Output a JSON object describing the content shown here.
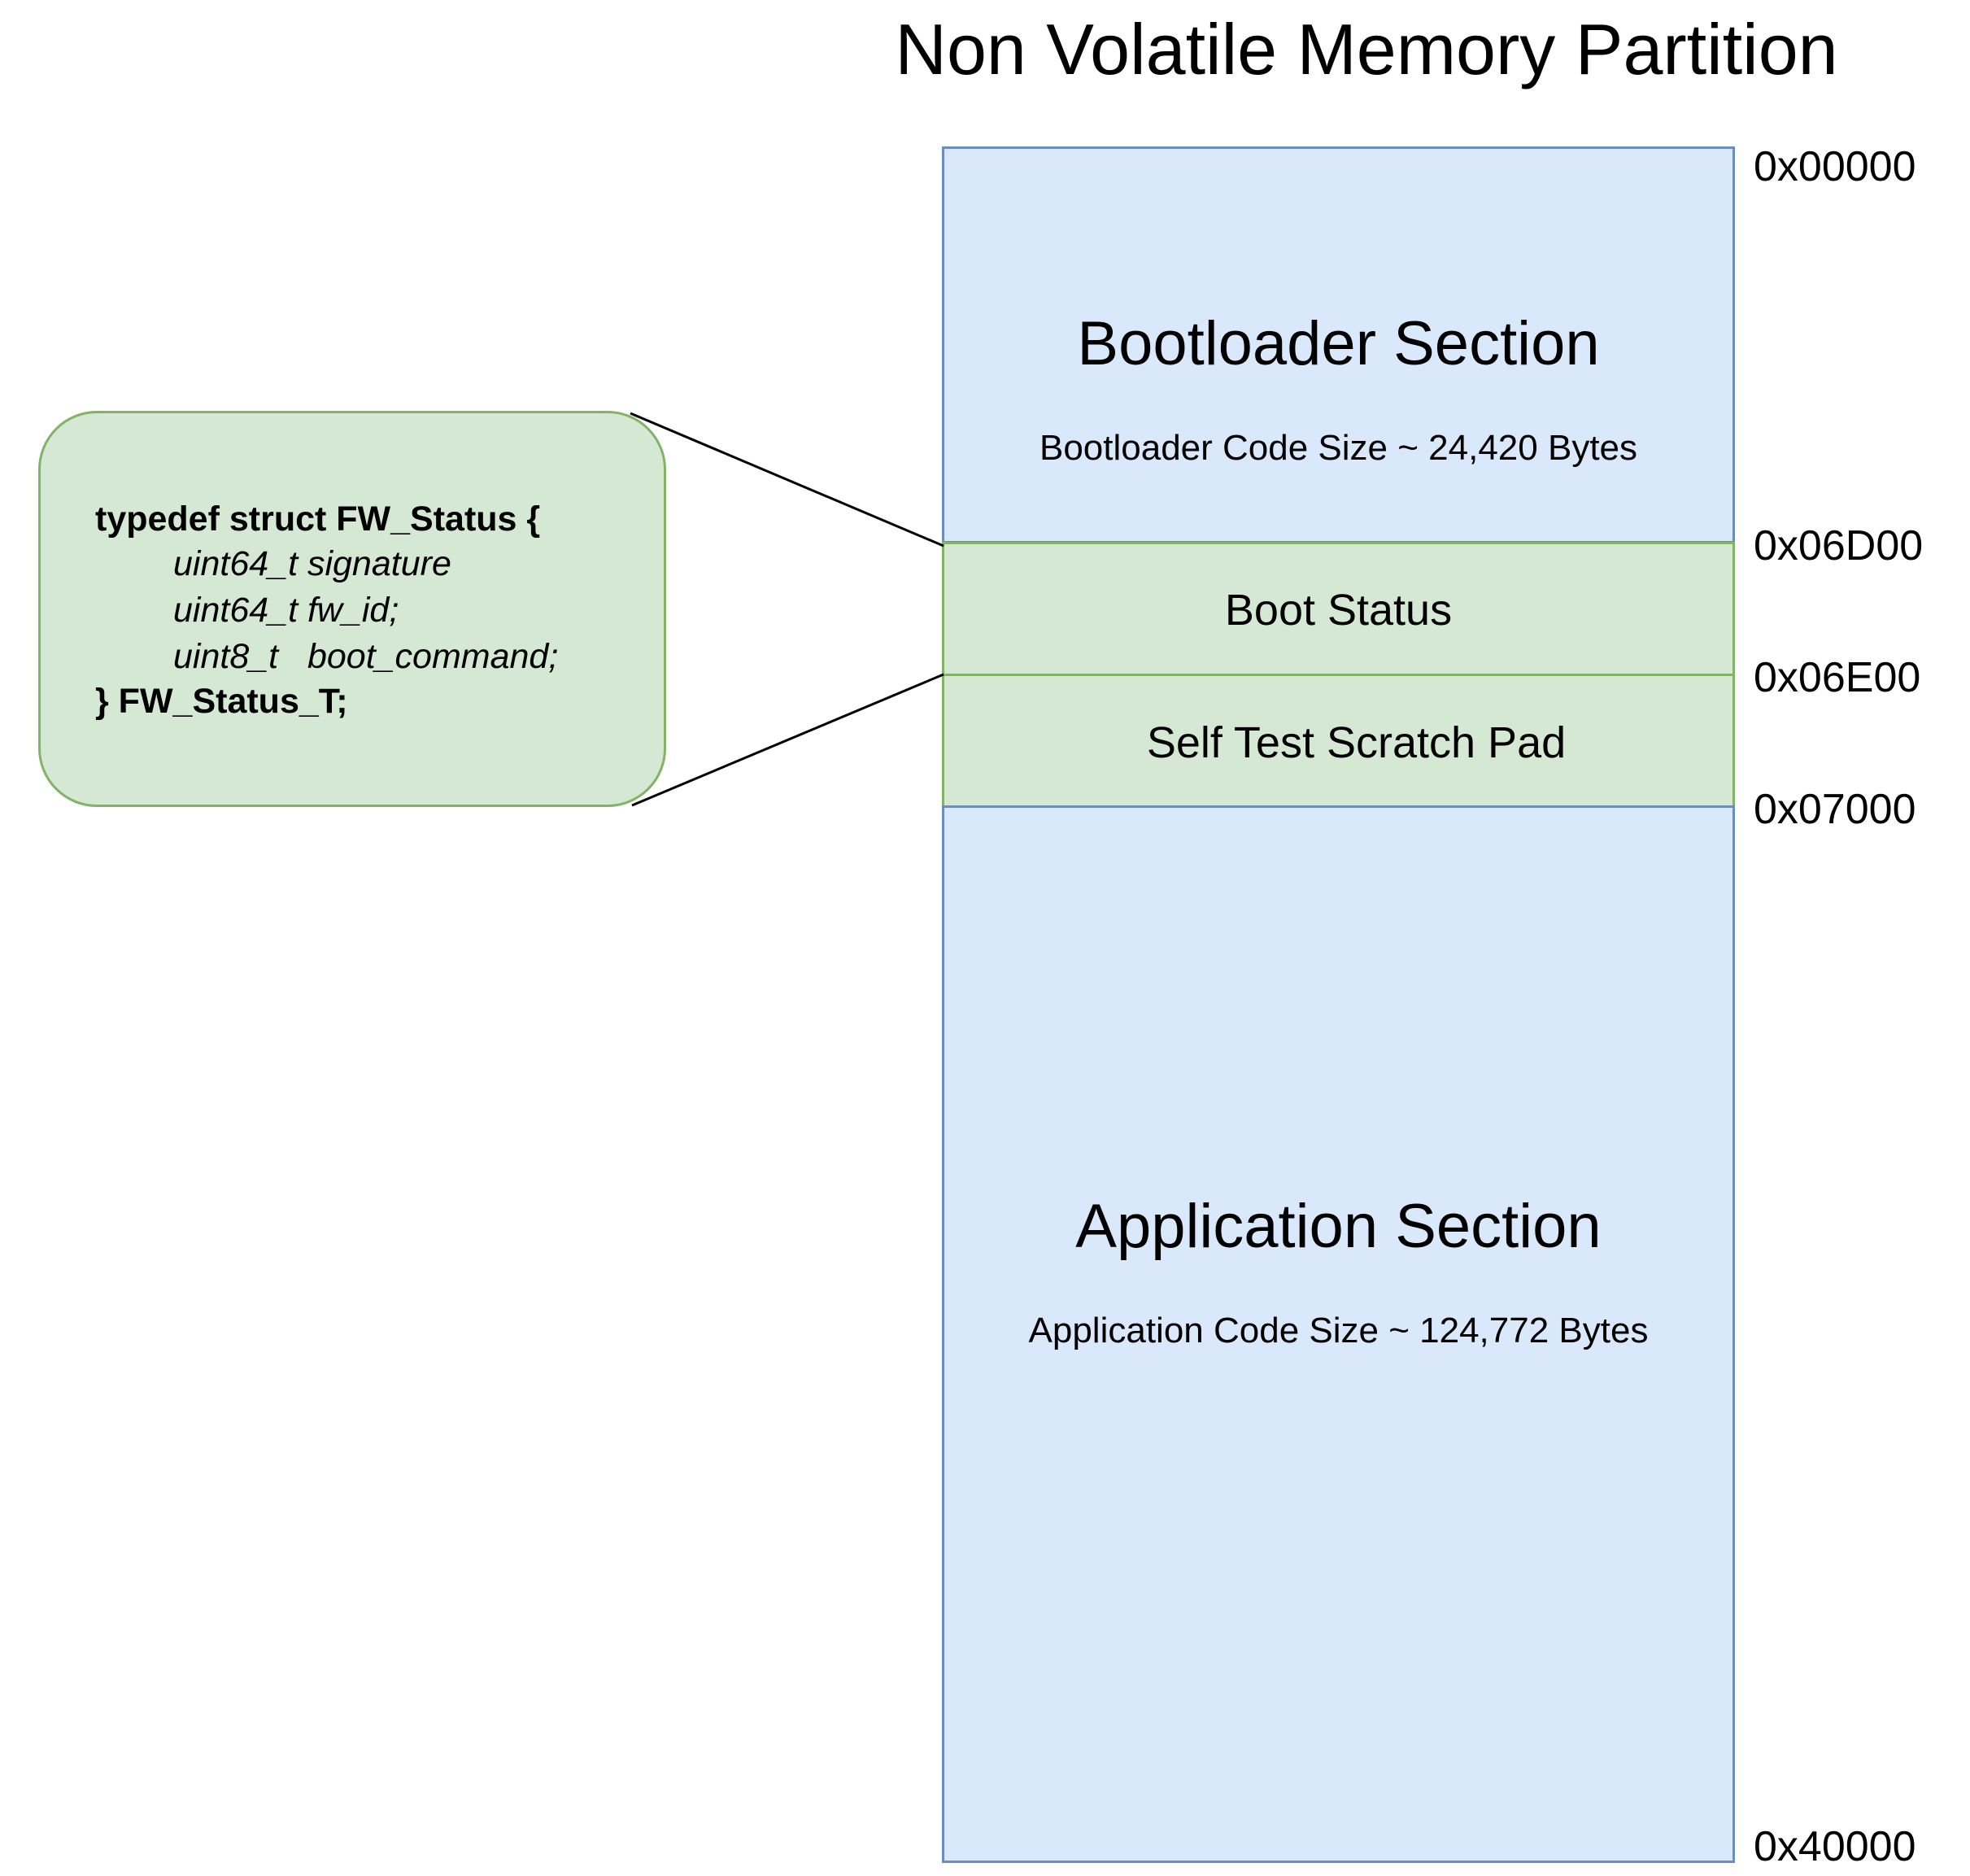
{
  "title": "Non Volatile Memory Partition",
  "sections": {
    "bootloader": {
      "heading": "Bootloader Section",
      "subtitle": "Bootloader Code Size ~ 24,420 Bytes"
    },
    "boot_status": {
      "label": "Boot Status"
    },
    "scratch_pad": {
      "label": "Self Test Scratch Pad"
    },
    "application": {
      "heading": "Application Section",
      "subtitle": "Application Code Size ~ 124,772 Bytes"
    }
  },
  "addresses": [
    "0x00000",
    "0x06D00",
    "0x06E00",
    "0x07000",
    "0x40000"
  ],
  "callout": {
    "lines": [
      "typedef struct FW_Status {",
      "uint64_t signature",
      "uint64_t fw_id;",
      "uint8_t   boot_command;",
      "} FW_Status_T;"
    ]
  },
  "colors": {
    "blue_fill": "#dae8fc",
    "blue_stroke": "#6c8ebf",
    "green_fill": "#d5e8d4",
    "green_stroke": "#82b366"
  }
}
